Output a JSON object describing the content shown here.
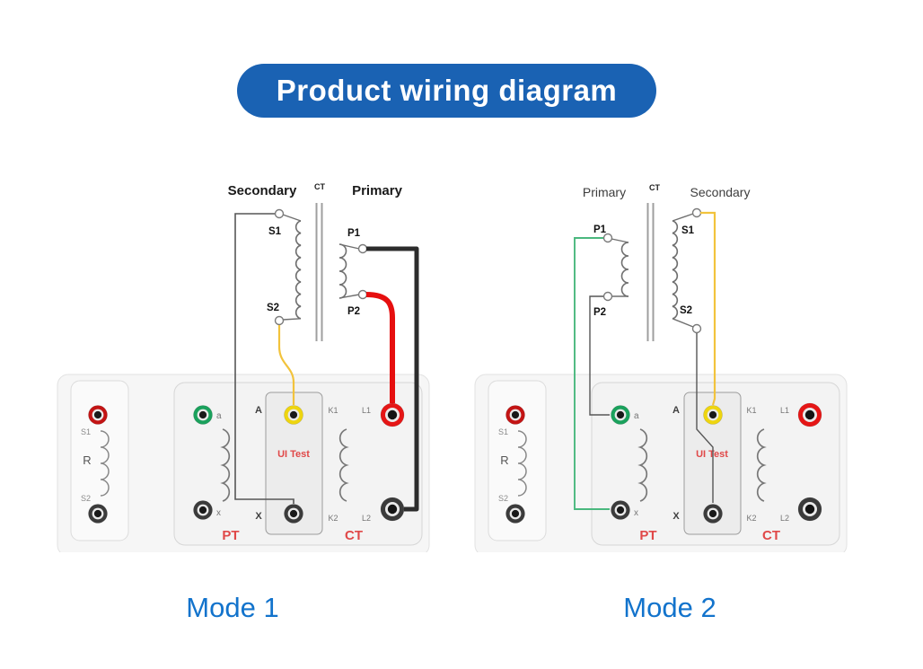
{
  "title": {
    "label": "Product wiring diagram"
  },
  "colors": {
    "banner_bg": "#1a62b3",
    "banner_text": "#ffffff",
    "mode_label_blue": "#1273cc",
    "terminal_red": "#e51616",
    "terminal_dark_red": "#c31414",
    "terminal_yellow": "#eed50f",
    "terminal_green": "#1aa15c",
    "terminal_black": "#3b3b3b",
    "wire_red": "#e60f0f",
    "wire_black": "#2c2c2c",
    "wire_yellow": "#f2c33c",
    "wire_green": "#4ab87e",
    "wire_gray": "#565656",
    "label_red": "#e04848"
  },
  "mode1": {
    "caption": "Mode 1",
    "transformer": {
      "left_winding_label": "Secondary",
      "core_label": "CT",
      "right_winding_label": "Primary",
      "left_top_terminal": "S1",
      "left_bottom_terminal": "S2",
      "right_top_terminal": "P1",
      "right_bottom_terminal": "P2"
    }
  },
  "mode2": {
    "caption": "Mode 2",
    "transformer": {
      "left_winding_label": "Primary",
      "core_label": "CT",
      "right_winding_label": "Secondary",
      "left_top_terminal": "P1",
      "left_bottom_terminal": "P2",
      "right_top_terminal": "S1",
      "right_bottom_terminal": "S2"
    }
  },
  "tester_panel": {
    "resistor_box": {
      "top_terminal_label": "S1",
      "resistor_label": "R",
      "bottom_terminal_label": "S2"
    },
    "pt_section": {
      "top_terminal_label": "a",
      "bottom_terminal_label": "x",
      "section_label": "PT"
    },
    "source_box": {
      "top_terminal_label": "A",
      "center_label": "UI Test",
      "bottom_terminal_label": "X"
    },
    "ct_section": {
      "k1_label": "K1",
      "k2_label": "K2",
      "l1_label": "L1",
      "l2_label": "L2",
      "section_label": "CT"
    }
  }
}
